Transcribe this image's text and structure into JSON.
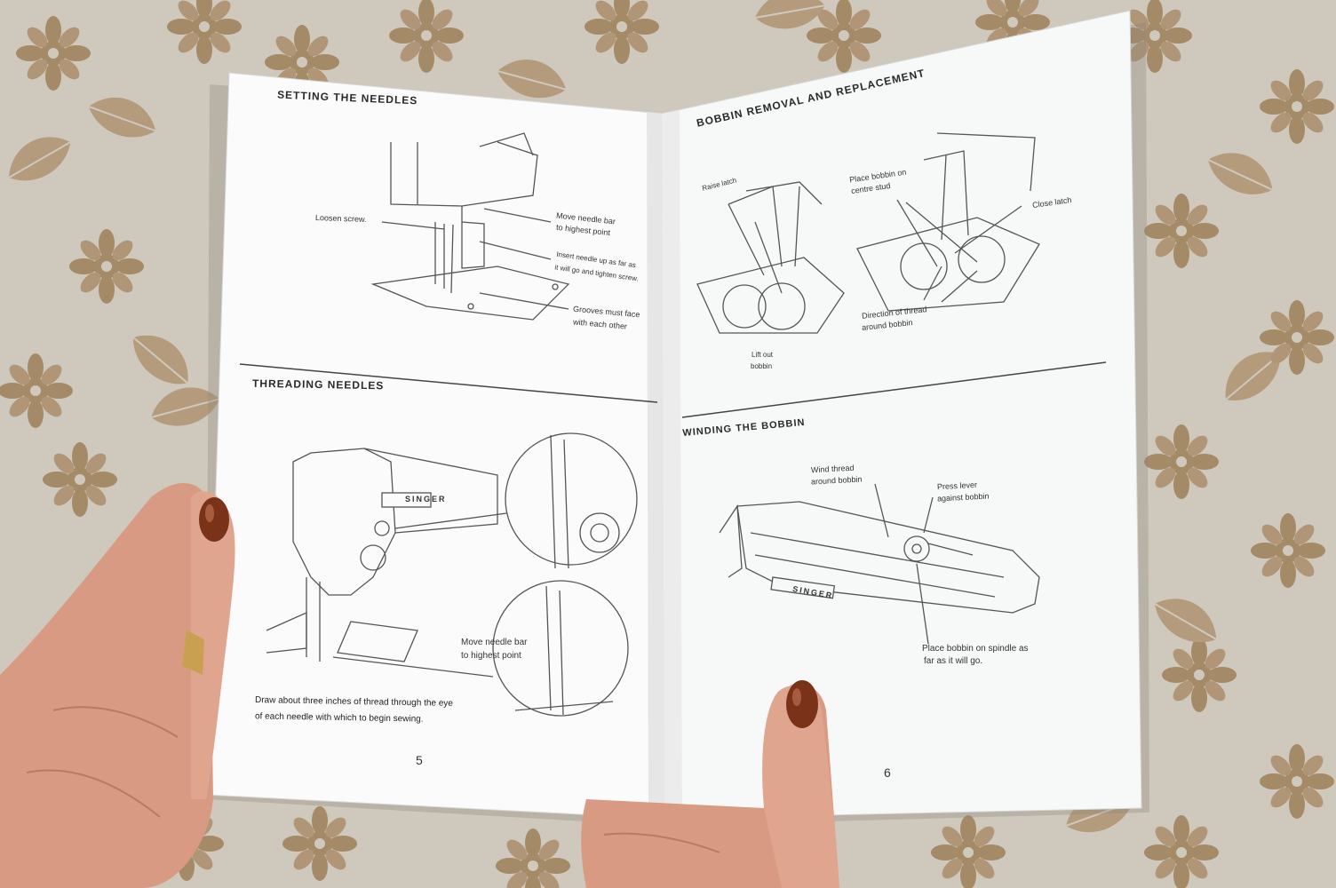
{
  "left_page": {
    "setting_needles": {
      "heading": "SETTING THE NEEDLES",
      "labels": {
        "loosen_screw": "Loosen screw.",
        "move_needle_bar_1": "Move needle bar",
        "move_needle_bar_2": "to highest point",
        "insert_needle_1": "Insert needle up as far as",
        "insert_needle_2": "it will go and tighten screw.",
        "grooves_1": "Grooves must face",
        "grooves_2": "with each other"
      }
    },
    "threading_needles": {
      "heading": "THREADING NEEDLES",
      "labels": {
        "singer_badge": "SINGER",
        "move_needle_bar_1": "Move needle bar",
        "move_needle_bar_2": "to highest point"
      },
      "instruction_1": "Draw about three inches of thread through the eye",
      "instruction_2": "of each needle with which to begin sewing."
    },
    "page_number": "5"
  },
  "right_page": {
    "bobbin_removal": {
      "heading": "BOBBIN REMOVAL AND REPLACEMENT",
      "labels": {
        "raise_latch": "Raise latch",
        "place_bobbin_1": "Place bobbin on",
        "place_bobbin_2": "centre stud",
        "close_latch": "Close latch",
        "direction_1": "Direction of thread",
        "direction_2": "around bobbin",
        "lift_out_1": "Lift out",
        "lift_out_2": "bobbin"
      }
    },
    "winding_bobbin": {
      "heading": "WINDING THE BOBBIN",
      "labels": {
        "wind_thread_1": "Wind thread",
        "wind_thread_2": "around bobbin",
        "press_lever_1": "Press lever",
        "press_lever_2": "against bobbin",
        "place_spindle_1": "Place bobbin on spindle as",
        "place_spindle_2": "far as it will go.",
        "singer_badge": "SINGER"
      }
    },
    "page_number": "6"
  },
  "colors": {
    "tablecloth": "#cfc9bd",
    "tablecloth_flower": "#a58a68",
    "paper": "#fbfbfb",
    "ink": "#2a2a2a",
    "skin": "#d99a84",
    "nail_polish": "#7a3318"
  }
}
